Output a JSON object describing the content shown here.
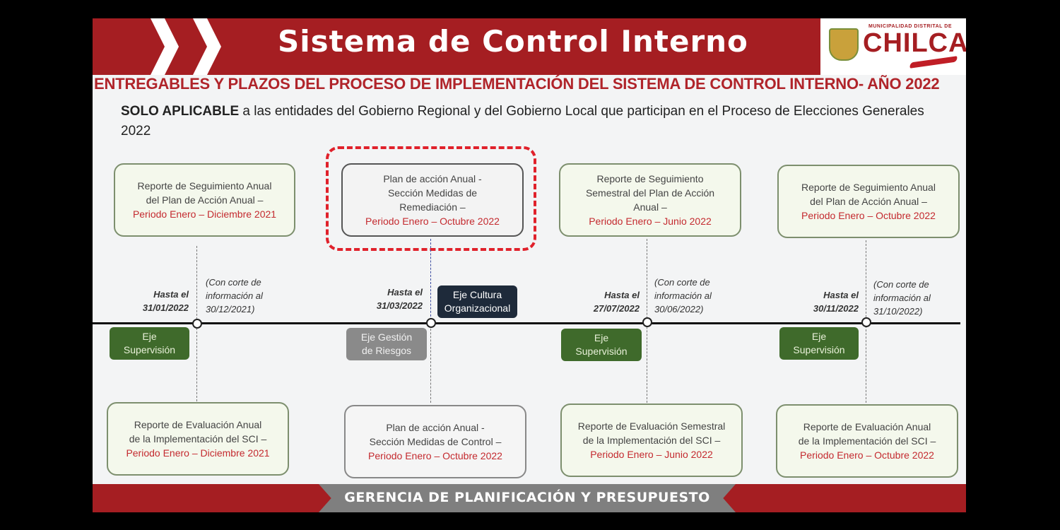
{
  "header": {
    "title": "Sistema de Control Interno",
    "logo": {
      "top_text": "MUNICIPALIDAD DISTRITAL DE",
      "name": "CHILCA"
    },
    "colors": {
      "brand_red": "#a51e22",
      "accent_red": "#e0212b",
      "eje_green": "#3f6a2b",
      "eje_dark": "#1e2a3a",
      "eje_gray": "#8a8a8a"
    }
  },
  "subtitle": "ENTREGABLES Y PLAZOS DEL PROCESO DE IMPLEMENTACIÓN DEL SISTEMA DE CONTROL INTERNO- AÑO 2022",
  "note": {
    "bold": "SOLO APLICABLE",
    "text": " a las entidades del Gobierno Regional y del Gobierno Local que participan en el Proceso de Elecciones Generales 2022"
  },
  "milestones": [
    {
      "top_box": {
        "line1": "Reporte de Seguimiento Anual",
        "line2": "del Plan de Acción Anual –",
        "line3": "",
        "period": "Periodo Enero – Diciembre 2021"
      },
      "date_label": "Hasta el",
      "date": "31/01/2022",
      "cut_line1": "(Con corte de",
      "cut_line2": "información al",
      "cut_line3": "30/12/2021)",
      "eje": {
        "line1": "Eje",
        "line2": "Supervisión"
      },
      "bottom_box": {
        "line1": "Reporte de Evaluación Anual",
        "line2": "de la Implementación del SCI –",
        "period": "Periodo Enero – Diciembre 2021"
      }
    },
    {
      "top_box": {
        "line1": "Plan de acción Anual -",
        "line2": "Sección Medidas de",
        "line3": "Remediación –",
        "period": "Periodo Enero – Octubre 2022"
      },
      "date_label": "Hasta el",
      "date": "31/03/2022",
      "eje_top": {
        "line1": "Eje Cultura",
        "line2": "Organizacional"
      },
      "eje": {
        "line1": "Eje Gestión",
        "line2": "de Riesgos"
      },
      "bottom_box": {
        "line1": "Plan de acción Anual  -",
        "line2": "Sección Medidas de Control –",
        "period": "Periodo Enero – Octubre 2022"
      }
    },
    {
      "top_box": {
        "line1": "Reporte de Seguimiento",
        "line2": "Semestral del Plan de Acción",
        "line3": "Anual –",
        "period": "Periodo Enero – Junio 2022"
      },
      "date_label": "Hasta el",
      "date": "27/07/2022",
      "cut_line1": "(Con corte de",
      "cut_line2": "información al",
      "cut_line3": "30/06/2022)",
      "eje": {
        "line1": "Eje",
        "line2": "Supervisión"
      },
      "bottom_box": {
        "line1": "Reporte de Evaluación Semestral",
        "line2": "de la Implementación del SCI –",
        "period": "Periodo Enero – Junio 2022"
      }
    },
    {
      "top_box": {
        "line1": "Reporte de Seguimiento Anual",
        "line2": "del Plan de Acción Anual –",
        "line3": "",
        "period": "Periodo Enero – Octubre 2022"
      },
      "date_label": "Hasta el",
      "date": "30/11/2022",
      "cut_line1": "(Con corte de",
      "cut_line2": "información al",
      "cut_line3": "31/10/2022)",
      "eje": {
        "line1": "Eje",
        "line2": "Supervisión"
      },
      "bottom_box": {
        "line1": "Reporte de Evaluación Anual",
        "line2": "de la Implementación del SCI –",
        "period": "Periodo Enero – Octubre 2022"
      }
    }
  ],
  "footer": "GERENCIA DE PLANIFICACIÓN Y PRESUPUESTO"
}
